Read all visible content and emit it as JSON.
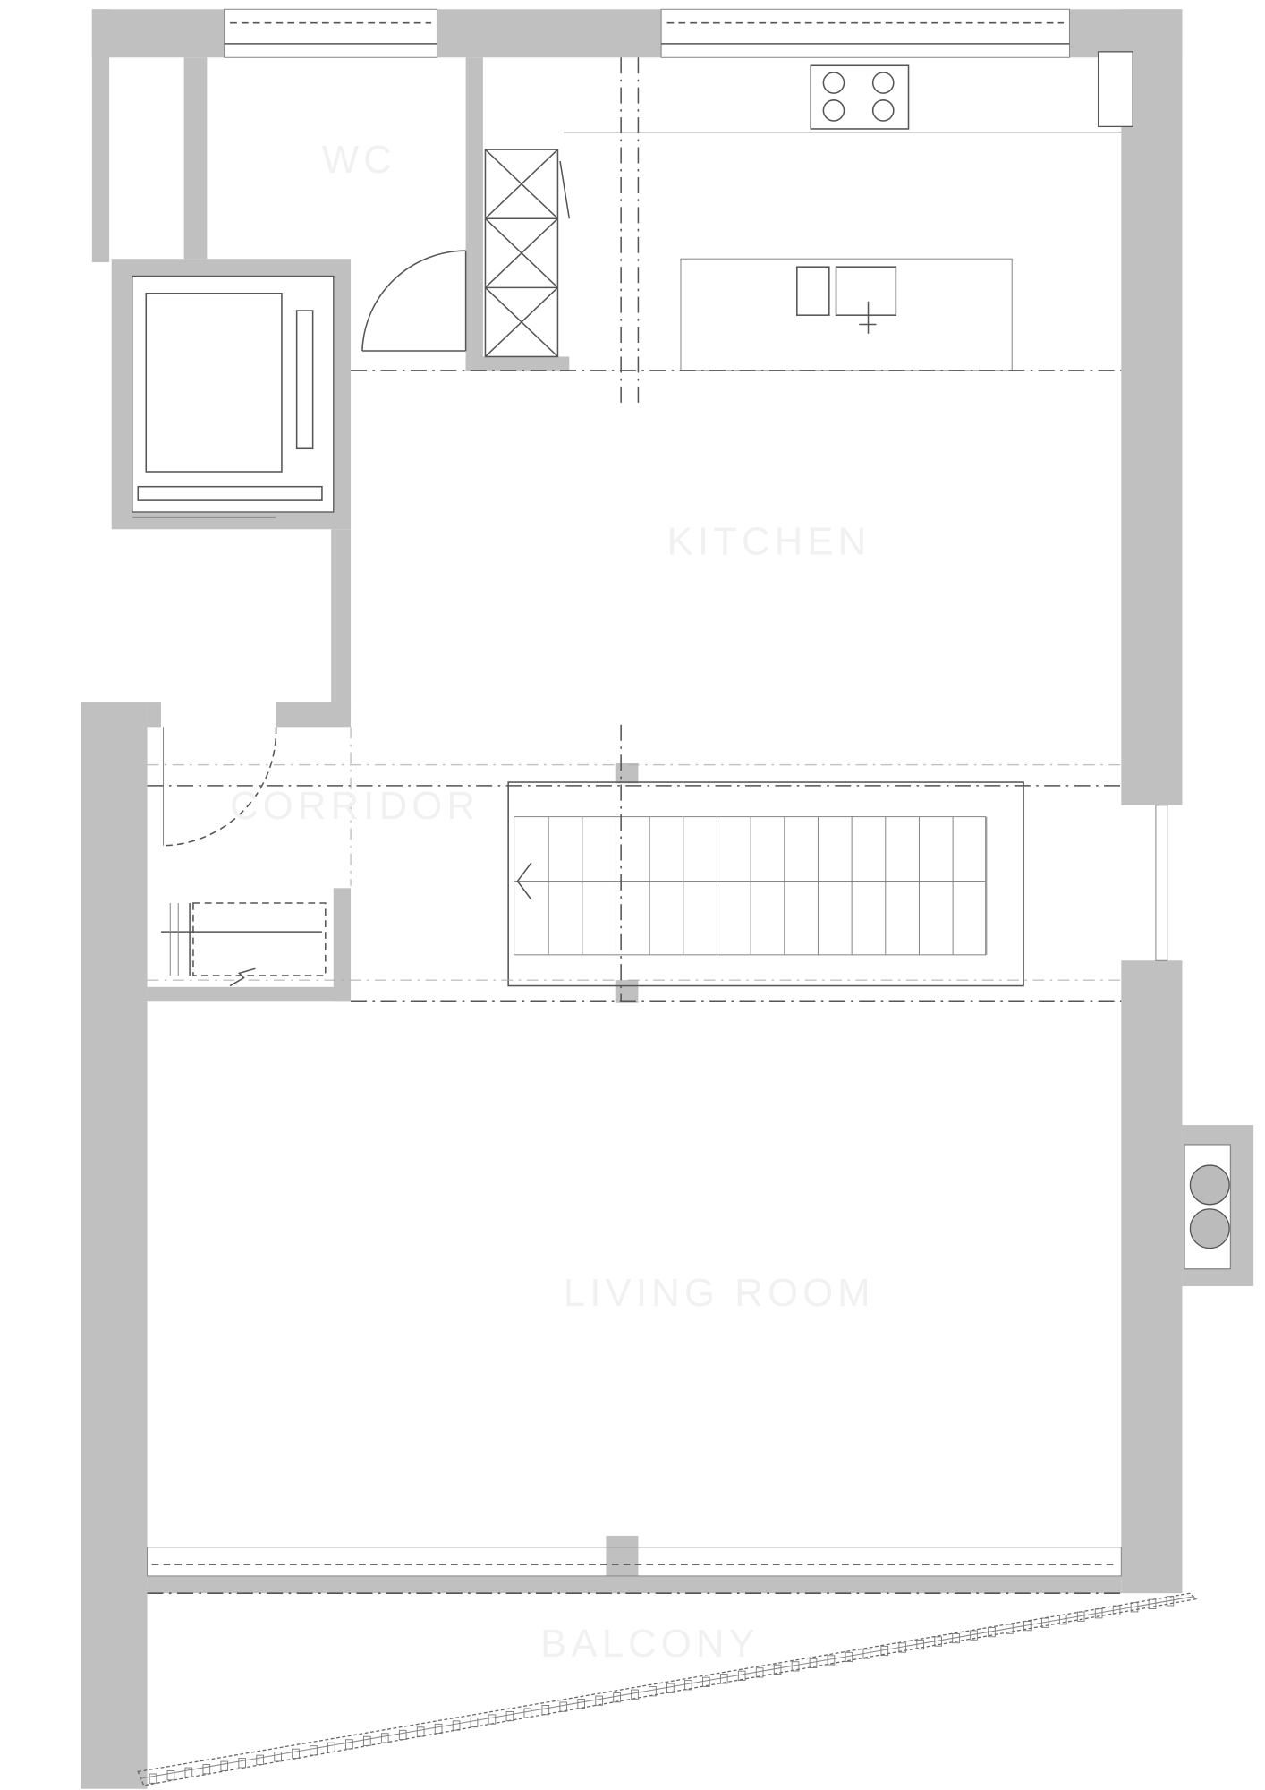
{
  "plan": {
    "rooms": {
      "wc": "WC",
      "kitchen": "KITCHEN",
      "corridor": "CORRIDOR",
      "living_room": "LIVING ROOM",
      "balcony": "BALCONY"
    },
    "colors": {
      "wall": "#c0c0c0",
      "line": "#555555",
      "background": "#ffffff"
    }
  }
}
